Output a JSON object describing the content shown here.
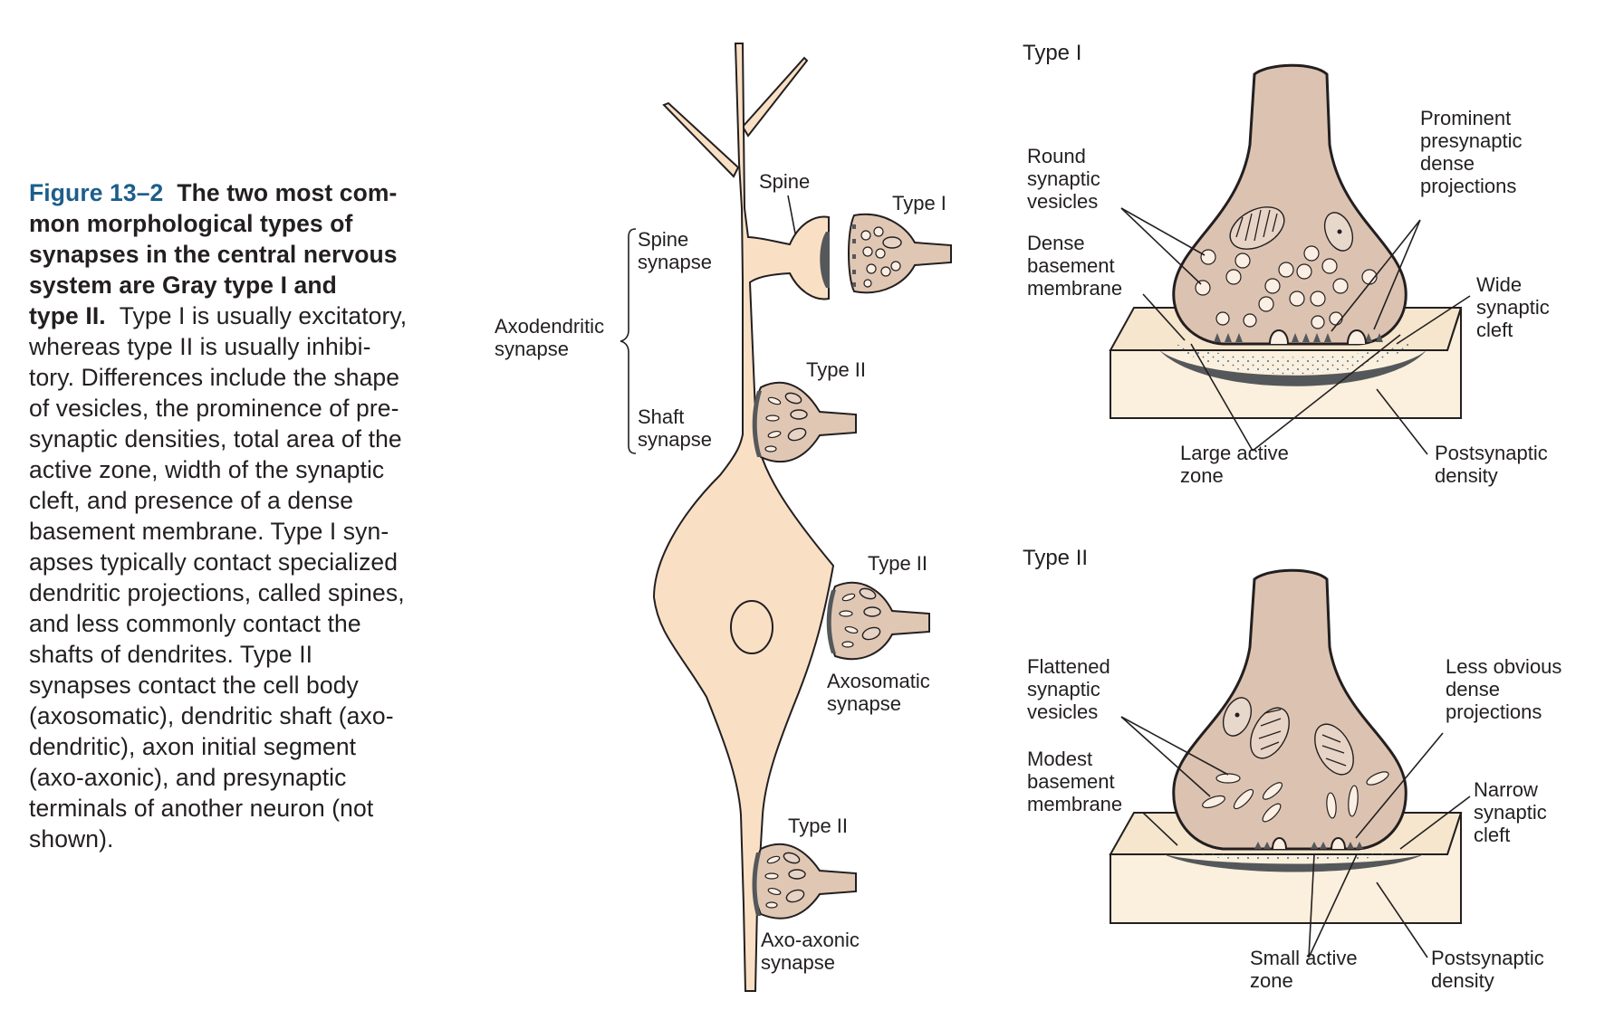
{
  "caption": {
    "figure_label": "Figure 13–2",
    "title": "The two most common morphological types of synapses in the central nervous system are Gray type I and type II.",
    "lines": [
      {
        "label": "Figure 13–2",
        "title": "The two most com-"
      },
      {
        "title": "mon morphological types of"
      },
      {
        "title": "synapses in the central nervous"
      },
      {
        "title": "system are Gray type I and"
      },
      {
        "title": "type II.",
        "text": "Type I is usually excitatory,"
      },
      {
        "text": "whereas type II is usually inhibi-"
      },
      {
        "text": "tory. Differences include the shape"
      },
      {
        "text": "of vesicles, the prominence of pre-"
      },
      {
        "text": "synaptic densities, total area of the"
      },
      {
        "text": "active zone, width of the synaptic"
      },
      {
        "text": "cleft, and presence of a dense"
      },
      {
        "text": "basement membrane. Type I syn-"
      },
      {
        "text": "apses typically contact specialized"
      },
      {
        "text": "dendritic projections, called spines,"
      },
      {
        "text": "and less commonly contact the"
      },
      {
        "text": "shafts of dendrites. Type II"
      },
      {
        "text": "synapses contact the cell body"
      },
      {
        "text": "(axosomatic), dendritic shaft (axo-"
      },
      {
        "text": "dendritic), axon initial segment"
      },
      {
        "text": "(axo-axonic), and presynaptic"
      },
      {
        "text": "terminals of another neuron (not"
      },
      {
        "text": "shown)."
      }
    ]
  },
  "neuron": {
    "spine": "Spine",
    "type_i": "Type I",
    "spine_synapse": [
      "Spine",
      "synapse"
    ],
    "axodendritic_synapse": [
      "Axodendritic",
      "synapse"
    ],
    "type_ii_shaft": "Type II",
    "shaft_synapse": [
      "Shaft",
      "synapse"
    ],
    "type_ii_soma": "Type II",
    "axosomatic_synapse": [
      "Axosomatic",
      "synapse"
    ],
    "type_ii_axon": "Type II",
    "axoaxonic_synapse": [
      "Axo-axonic",
      "synapse"
    ]
  },
  "type_i_panel": {
    "title": "Type I",
    "round_vesicles": [
      "Round",
      "synaptic",
      "vesicles"
    ],
    "dense_basement": [
      "Dense",
      "basement",
      "membrane"
    ],
    "prominent_projections": [
      "Prominent",
      "presynaptic",
      "dense",
      "projections"
    ],
    "wide_cleft": [
      "Wide",
      "synaptic",
      "cleft"
    ],
    "large_active_zone": [
      "Large active",
      "zone"
    ],
    "postsynaptic_density": [
      "Postsynaptic",
      "density"
    ]
  },
  "type_ii_panel": {
    "title": "Type II",
    "flattened_vesicles": [
      "Flattened",
      "synaptic",
      "vesicles"
    ],
    "modest_basement": [
      "Modest",
      "basement",
      "membrane"
    ],
    "less_obvious_projections": [
      "Less obvious",
      "dense",
      "projections"
    ],
    "narrow_cleft": [
      "Narrow",
      "synaptic",
      "cleft"
    ],
    "small_active_zone": [
      "Small active",
      "zone"
    ],
    "postsynaptic_density": [
      "Postsynaptic",
      "density"
    ]
  },
  "colors": {
    "caption_label": "#1b5e8c",
    "cell_fill": "#f9e0c5",
    "terminal_fill": "#e0c7b4",
    "density": "#55585a"
  }
}
